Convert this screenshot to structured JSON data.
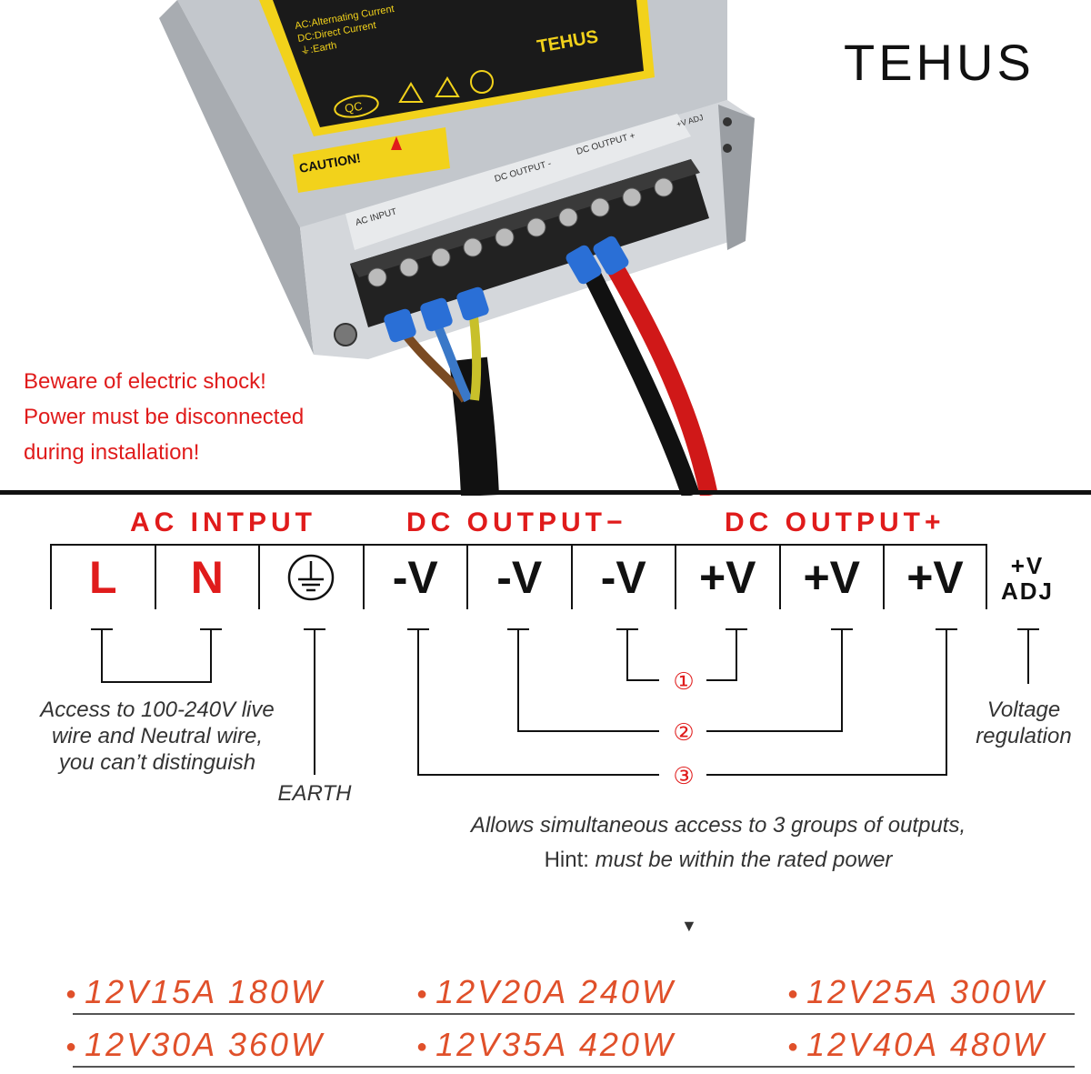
{
  "brand": "TEHUS",
  "warning_lines": [
    "Beware of electric shock!",
    "Power must be disconnected",
    "during installation!"
  ],
  "label_printed": {
    "ac_input": "AC INPUT",
    "dc_output_minus": "DC OUTPUT -",
    "dc_output_plus": "DC OUTPUT +",
    "adj": "+V ADJ",
    "caution": "CAUTION!",
    "sticker_brand": "TEHUS",
    "qc": "QC",
    "ac_text": "AC:Alternating Current",
    "dc_text": "DC:Direct Current",
    "earth_text": "⏚:Earth"
  },
  "groups": {
    "ac": "AC INTPUT",
    "dc_minus": "DC OUTPUT−",
    "dc_plus": "DC OUTPUT+"
  },
  "terminals": [
    "L",
    "N",
    "⏚",
    "-V",
    "-V",
    "-V",
    "+V",
    "+V",
    "+V"
  ],
  "adj_label": [
    "+V",
    "ADJ"
  ],
  "notes": {
    "ac_access": [
      "Access to 100-240V live",
      "wire and Neutral wire,",
      "you can’t distinguish"
    ],
    "earth": "EARTH",
    "voltage": [
      "Voltage",
      "regulation"
    ],
    "numbers": [
      "①",
      "②",
      "③"
    ],
    "allows": "Allows simultaneous access to 3 groups of outputs,",
    "hint_word": "Hint:",
    "hint_text": " must be within the rated power",
    "arrow": "▼"
  },
  "specs": [
    [
      "12V15A 180W",
      "12V20A 240W",
      "12V25A 300W"
    ],
    [
      "12V30A 360W",
      "12V35A 420W",
      "12V40A 480W"
    ]
  ],
  "colors": {
    "accent_red": "#e01b1b",
    "spec_orange": "#e0502a",
    "wire_red": "#d01818",
    "terminal_blue": "#2a6fd6",
    "case_gray": "#b9bdc2"
  }
}
